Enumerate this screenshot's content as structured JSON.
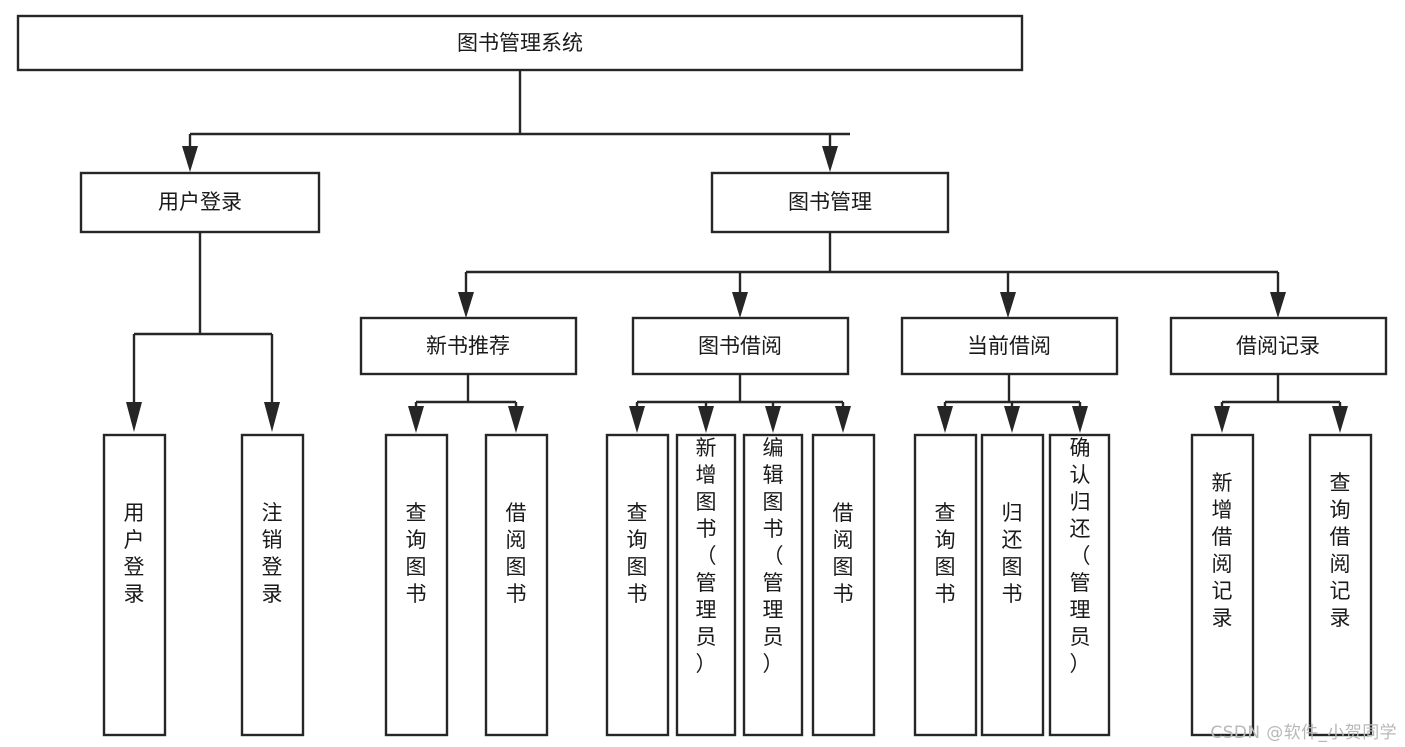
{
  "diagram": {
    "title": "图书管理系统",
    "type": "tree-hierarchy",
    "watermark": "CSDN @软件_小贺同学",
    "colors": {
      "stroke": "#262626",
      "fill": "#ffffff",
      "text": "#1a1a1a",
      "watermark": "#b8b8b8"
    },
    "root": {
      "id": "root",
      "label": "图书管理系统",
      "orientation": "horizontal"
    },
    "level1": [
      {
        "id": "user-login",
        "label": "用户登录",
        "orientation": "horizontal"
      },
      {
        "id": "book-manage",
        "label": "图书管理",
        "orientation": "horizontal"
      }
    ],
    "level2": [
      {
        "id": "new-book-recommend",
        "label": "新书推荐",
        "orientation": "horizontal",
        "parent": "book-manage"
      },
      {
        "id": "book-borrow",
        "label": "图书借阅",
        "orientation": "horizontal",
        "parent": "book-manage"
      },
      {
        "id": "current-borrow",
        "label": "当前借阅",
        "orientation": "horizontal",
        "parent": "book-manage"
      },
      {
        "id": "borrow-record",
        "label": "借阅记录",
        "orientation": "horizontal",
        "parent": "book-manage"
      }
    ],
    "leaves": [
      {
        "id": "leaf-user-login",
        "label": "用户登录",
        "orientation": "vertical",
        "parent": "user-login"
      },
      {
        "id": "leaf-logout",
        "label": "注销登录",
        "orientation": "vertical",
        "parent": "user-login"
      },
      {
        "id": "leaf-query-book-1",
        "label": "查询图书",
        "orientation": "vertical",
        "parent": "new-book-recommend"
      },
      {
        "id": "leaf-borrow-book-1",
        "label": "借阅图书",
        "orientation": "vertical",
        "parent": "new-book-recommend"
      },
      {
        "id": "leaf-query-book-2",
        "label": "查询图书",
        "orientation": "vertical",
        "parent": "book-borrow"
      },
      {
        "id": "leaf-add-book",
        "label": "新增图书（管理员）",
        "orientation": "vertical",
        "parent": "book-borrow"
      },
      {
        "id": "leaf-edit-book",
        "label": "编辑图书（管理员）",
        "orientation": "vertical",
        "parent": "book-borrow"
      },
      {
        "id": "leaf-borrow-book-2",
        "label": "借阅图书",
        "orientation": "vertical",
        "parent": "book-borrow"
      },
      {
        "id": "leaf-query-book-3",
        "label": "查询图书",
        "orientation": "vertical",
        "parent": "current-borrow"
      },
      {
        "id": "leaf-return-book",
        "label": "归还图书",
        "orientation": "vertical",
        "parent": "current-borrow"
      },
      {
        "id": "leaf-confirm-return",
        "label": "确认归还（管理员）",
        "orientation": "vertical",
        "parent": "current-borrow"
      },
      {
        "id": "leaf-add-record",
        "label": "新增借阅记录",
        "orientation": "vertical",
        "parent": "borrow-record"
      },
      {
        "id": "leaf-query-record",
        "label": "查询借阅记录",
        "orientation": "vertical",
        "parent": "borrow-record"
      }
    ]
  }
}
